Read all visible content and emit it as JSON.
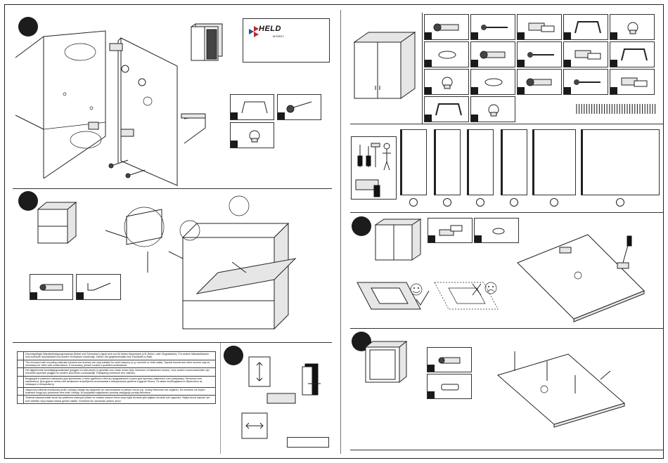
{
  "brand": {
    "name": "HELD",
    "subtitle": "MÖBEL",
    "accent_red": "#c8242b",
    "accent_blue": "#1f4e9a"
  },
  "steps": [
    {
      "id": "step-1-doors-and-hinges",
      "icon": "step-marker-icon"
    },
    {
      "id": "step-2-shelf-and-brackets",
      "icon": "step-marker-icon"
    },
    {
      "id": "step-3-wall-mounting",
      "icon": "step-marker-icon"
    },
    {
      "id": "step-4-hinge-on-panel",
      "icon": "step-marker-icon"
    },
    {
      "id": "step-5-dowels-in-panel",
      "icon": "step-marker-icon"
    }
  ],
  "warnings": [
    {
      "lang": "de",
      "text": "Das beigefügte Wandbefestigungsmaterial (Dübel und Schrauben) eignet sich nur für festes Mauerwerk (z.B. Beton- oder Ziegelwände). Für andere Wandaufbauten sind eventuell Spezialdübel und andere Schrauben notwendig. Ziehen Sie gegebenenfalls eine Fachkraft zu Rate."
    },
    {
      "lang": "en",
      "text": "The enclosed wall mounting materials (dowels and screws) are only suitable for solid masonry (e.g. concrete or brick walls). Special dowels and other screws may be necessary for other wall constructions. If necessary, please consult a qualified professional."
    },
    {
      "lang": "nl",
      "text": "Het bijgeleverde bevestigingsmateriaal (pluggen en schroeven) is geschikt voor vaste muren (bijv. betonnen of bakstenen muren). Voor andere muurconstructies zijn eventueel speciale pluggen en andere schroeven noodzakelijk. Raadpleeg eventueel een vakman."
    },
    {
      "lang": "ru",
      "text": "Входящий в комплект материал для крепления к стене (дюбели и болты) предназначен только для прочных каменных стен (например, бетонных или кирпичных). Для других типов стен возможно потребуется использовать специальные дюбели и другие болты. По мере необходимости обратитесь за помощью к специалисту."
    },
    {
      "lang": "pl",
      "text": "Załączony materiał montażowy (kołki i wkręty) nadaje się wyłącznie do zamocowania w pełnym murze (np. ściany betonowe lub ceglane). Do montażu na innych ścianach mogą być potrzebne inne kołki i wkręty. W przypadku wątpliwości prosimy zasięgnąć porady fachowca."
    },
    {
      "lang": "tr",
      "text": "Teslimat kapsamındaki duvar tipi platforma materyali (dübel ve vidalar) sadece beton veya tuğla duvarlar gibi sağlam duvarlar için uygundur. Başka duvar yapıları için özel dübeller veya başka vidalar gerekli olabilir. Gerekirse bir uzmandan yardım alınız."
    }
  ],
  "parts": {
    "fittings": [
      "dowel-wall-plug",
      "cam-lock",
      "hinge-plate",
      "hinge-arm",
      "spring",
      "wood-dowel",
      "nail",
      "handle",
      "cam-bolt",
      "long-screw",
      "hook-screw",
      "wall-plug-screw",
      "wall-bracket",
      "short-screw",
      "shelf-pin",
      "felt-pad",
      "glue-tube"
    ],
    "tools": [
      "flat-screwdriver",
      "phillips-screwdriver",
      "hammer",
      "person",
      "power-drill"
    ],
    "panels": [
      "side-panel-left",
      "side-panel-right",
      "shelf-panel",
      "top-panel",
      "bottom-panel",
      "back-panel"
    ]
  },
  "icons": {
    "ok": "smiley-happy-icon",
    "not_ok": "smiley-sad-icon",
    "check": "checkmark-icon",
    "cross": "cross-icon"
  }
}
